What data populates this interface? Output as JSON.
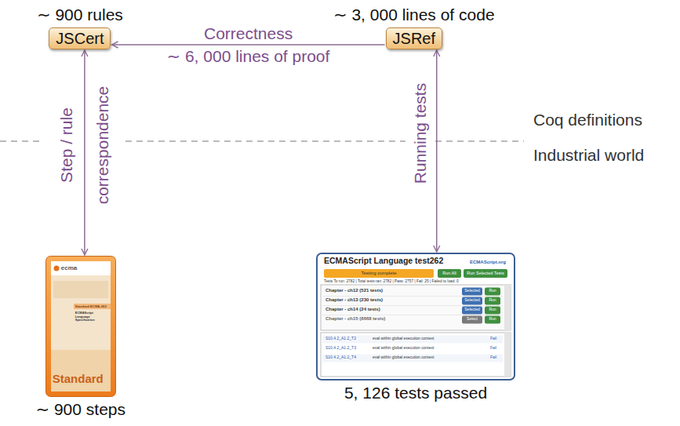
{
  "diagram": {
    "nodes": [
      {
        "text": [
          "∼ 900 rules",
          "JSCert"
        ]
      },
      {
        "text": [
          "∼ 3, 000 lines of code",
          "JSRef"
        ]
      },
      {
        "text": [
          "ecma",
          "Standard ECMA-262",
          "ECMAScript Language Specification",
          "Standard",
          "∼ 900 steps"
        ]
      },
      {
        "text": [
          "ECMAScript Language test262",
          "ECMAScript.org",
          "Testing complete",
          "Run All",
          "Run Selected Tests",
          "Tests To run: 2782 | Total tests ran: 2782 | Pass: 2757 | Fail: 25 | Failed to load: 0",
          "Chapter - ch12 (521 tests)",
          "Selected",
          "Run",
          "Chapter - ch13 (230 tests)",
          "Selected",
          "Run",
          "Chapter - ch14 (24 tests)",
          "Selected",
          "Run",
          "Chapter - ch15 (8668 tests)",
          "Select",
          "Run",
          "S10.4.2_A1.2_T2",
          "eval within global execution context",
          "Fail",
          "S10.4.2_A1.2_T3",
          "eval within global execution context",
          "Fail",
          "S10.4.2_A1.2_T4",
          "eval within global execution context",
          "Fail",
          "5, 126 tests passed"
        ]
      }
    ],
    "edges": [
      {
        "from": 1,
        "to": 0,
        "arrow": "to",
        "label": "Correctness"
      },
      {
        "from": 0,
        "to": 2,
        "arrow": "both",
        "label": "Step / rule correspondence"
      },
      {
        "from": 1,
        "to": 3,
        "arrow": "both",
        "label": "Running tests"
      }
    ],
    "labels": [
      "∼ 6, 000 lines of proof",
      "Coq definitions",
      "Industrial world"
    ]
  }
}
